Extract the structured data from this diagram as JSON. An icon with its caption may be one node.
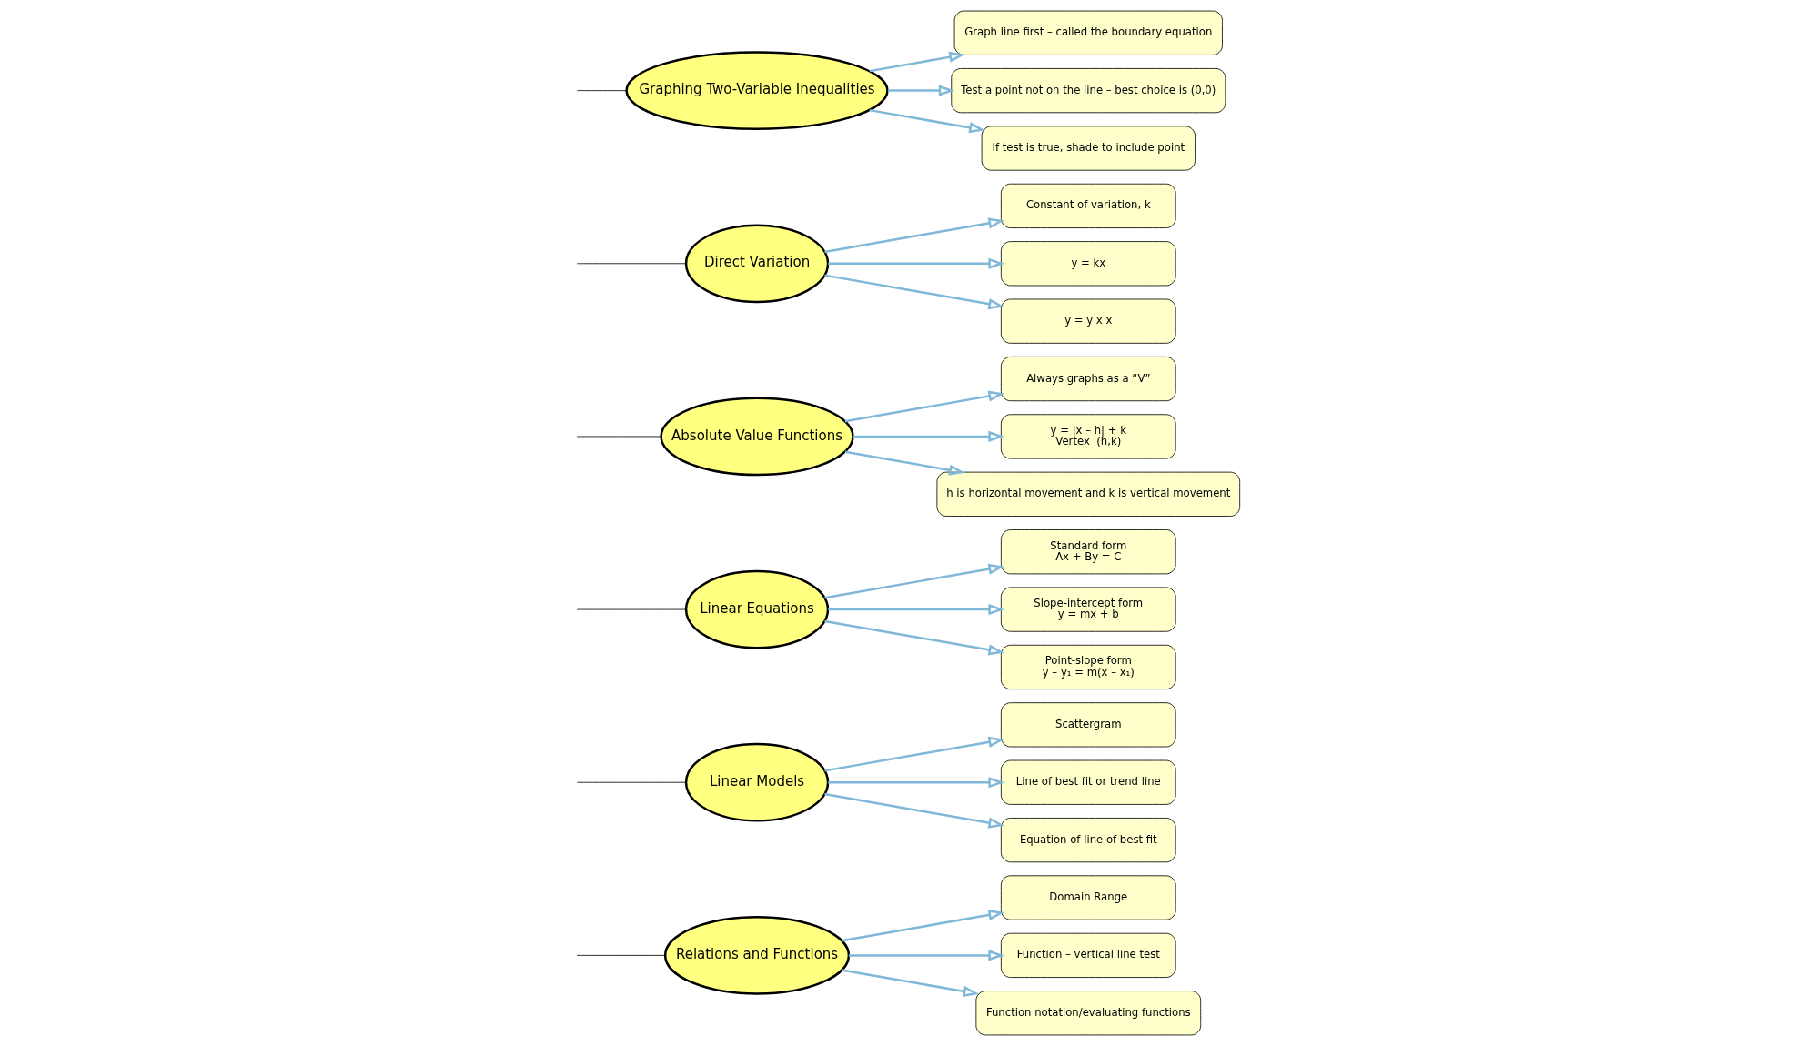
{
  "diagram": {
    "nodes": [
      {
        "text": [
          "Relations and Functions"
        ]
      },
      {
        "text": [
          "Domain Range"
        ]
      },
      {
        "text": [
          "Function – vertical line test"
        ]
      },
      {
        "text": [
          "Function notation/evaluating functions"
        ]
      },
      {
        "text": [
          "Linear Models"
        ]
      },
      {
        "text": [
          "Scattergram"
        ]
      },
      {
        "text": [
          "Line of best fit or trend line"
        ]
      },
      {
        "text": [
          "Equation of line of best fit"
        ]
      },
      {
        "text": [
          "Linear Equations"
        ]
      },
      {
        "text": [
          "Standard form",
          "Ax + By = C"
        ]
      },
      {
        "text": [
          "Slope-intercept form",
          "y = mx + b"
        ]
      },
      {
        "text": [
          "Point-slope form",
          "y – y₁ = m(x – x₁)"
        ]
      },
      {
        "text": [
          "Absolute Value Functions"
        ]
      },
      {
        "text": [
          "Always graphs as a “V”"
        ]
      },
      {
        "text": [
          "y = |x – h| + k",
          "Vertex  (h,k)"
        ]
      },
      {
        "text": [
          "h is horizontal movement and k is vertical movement"
        ]
      },
      {
        "text": [
          "Direct Variation"
        ]
      },
      {
        "text": [
          "Constant of variation, k"
        ]
      },
      {
        "text": [
          "y = kx"
        ]
      },
      {
        "text": [
          "y = y x x"
        ]
      },
      {
        "text": [
          "Graphing Two-Variable Inequalities"
        ]
      },
      {
        "text": [
          "Graph line first – called the boundary equation"
        ]
      },
      {
        "text": [
          "Test a point not on the line – best choice is (0,0)"
        ]
      },
      {
        "text": [
          "If test is true, shade to include point"
        ]
      }
    ],
    "edges": [
      {
        "from": 0,
        "to": 1,
        "arrow": "to"
      },
      {
        "from": 0,
        "to": 2,
        "arrow": "to"
      },
      {
        "from": 0,
        "to": 3,
        "arrow": "to"
      },
      {
        "from": 4,
        "to": 5,
        "arrow": "to"
      },
      {
        "from": 4,
        "to": 6,
        "arrow": "to"
      },
      {
        "from": 4,
        "to": 7,
        "arrow": "to"
      },
      {
        "from": 8,
        "to": 9,
        "arrow": "to"
      },
      {
        "from": 8,
        "to": 10,
        "arrow": "to"
      },
      {
        "from": 8,
        "to": 11,
        "arrow": "to"
      },
      {
        "from": 12,
        "to": 13,
        "arrow": "to"
      },
      {
        "from": 12,
        "to": 14,
        "arrow": "to"
      },
      {
        "from": 12,
        "to": 15,
        "arrow": "to"
      },
      {
        "from": 16,
        "to": 17,
        "arrow": "to"
      },
      {
        "from": 16,
        "to": 18,
        "arrow": "to"
      },
      {
        "from": 16,
        "to": 19,
        "arrow": "to"
      },
      {
        "from": 20,
        "to": 21,
        "arrow": "to"
      },
      {
        "from": 20,
        "to": 22,
        "arrow": "to"
      },
      {
        "from": 20,
        "to": 23,
        "arrow": "to"
      },
      {
        "from": null,
        "to": 0,
        "arrow": "none",
        "color": "#000000"
      },
      {
        "from": null,
        "to": 8,
        "arrow": "none",
        "color": "#000000"
      },
      {
        "from": null,
        "to": 16,
        "arrow": "none",
        "color": "#000000"
      },
      {
        "from": null,
        "to": 4,
        "arrow": "none",
        "color": "#000000"
      },
      {
        "from": null,
        "to": 12,
        "arrow": "none",
        "color": "#000000"
      },
      {
        "from": null,
        "to": 20,
        "arrow": "none",
        "color": "#000000"
      }
    ]
  }
}
